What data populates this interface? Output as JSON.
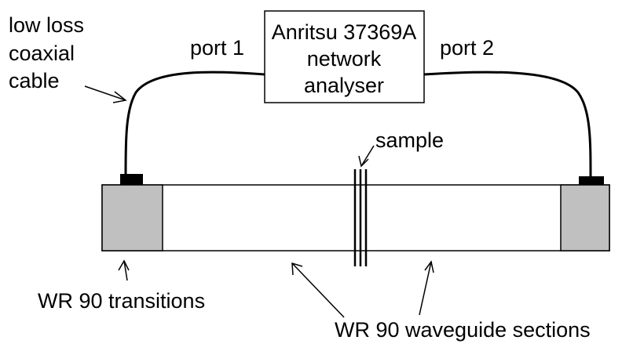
{
  "analyser": {
    "line1": "Anritsu 37369A",
    "line2": "network",
    "line3": "analyser"
  },
  "ports": {
    "port1": "port 1",
    "port2": "port 2"
  },
  "cable_label": {
    "line1": "low loss",
    "line2": "coaxial",
    "line3": "cable"
  },
  "sample_label": "sample",
  "transitions_label": "WR 90 transitions",
  "waveguide_label": "WR 90 waveguide sections",
  "colors": {
    "transition_fill": "#c0c0c0",
    "connector_fill": "#000000",
    "line": "#000000",
    "background": "#ffffff"
  }
}
